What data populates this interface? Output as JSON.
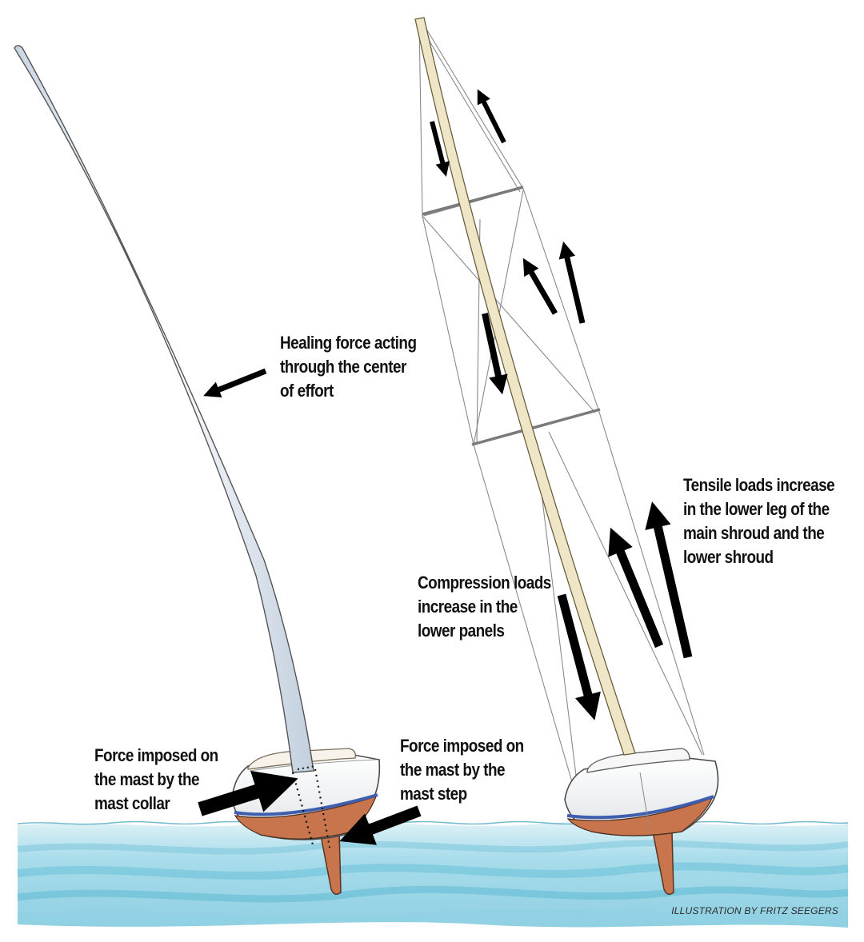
{
  "labels": {
    "healing_force": [
      "Healing force acting",
      "through the center",
      "of effort"
    ],
    "tensile_loads": [
      "Tensile loads increase",
      "in the lower leg of the",
      "main shroud and the",
      "lower shroud"
    ],
    "compression_loads": [
      "Compression loads",
      "increase in the",
      "lower panels"
    ],
    "force_collar": [
      "Force imposed on",
      "the mast by the",
      "mast collar"
    ],
    "force_step": [
      "Force imposed on",
      "the mast by the",
      "mast step"
    ]
  },
  "credit": "ILLUSTRATION BY FRITZ SEEGERS",
  "colors": {
    "water_light": "#cfeaf2",
    "water_mid": "#9dd6e6",
    "water_dark": "#5cbfd8",
    "hull": "#f3f4f4",
    "boot_stripe": "#3f5fae",
    "bottom_paint": "#c8744c",
    "mast_left": "#e6edf5",
    "mast_right": "#efe6c8",
    "arrow": "#000000",
    "rigging": "#8a8a8a"
  }
}
